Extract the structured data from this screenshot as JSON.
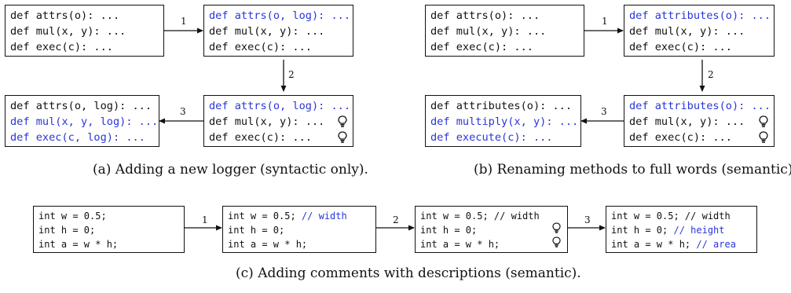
{
  "panel_a": {
    "box1": [
      "def attrs(o): ...",
      "def mul(x, y): ...",
      "def exec(c): ..."
    ],
    "box2": [
      "def attrs(o, log): ...",
      "def mul(x, y): ...",
      "def exec(c): ..."
    ],
    "box3": [
      "def attrs(o, log): ...",
      "def mul(x, y): ...",
      "def exec(c): ..."
    ],
    "box4": [
      "def attrs(o, log): ...",
      "def mul(x, y, log): ...",
      "def exec(c, log): ..."
    ],
    "step1": "1",
    "step2": "2",
    "step3": "3",
    "caption": "(a) Adding a new logger (syntactic only)."
  },
  "panel_b": {
    "box1": [
      "def attrs(o): ...",
      "def mul(x, y): ...",
      "def exec(c): ..."
    ],
    "box2": [
      "def attributes(o): ...",
      "def mul(x, y): ...",
      "def exec(c): ..."
    ],
    "box3": [
      "def attributes(o): ...",
      "def mul(x, y): ...",
      "def exec(c): ..."
    ],
    "box4": [
      "def attributes(o): ...",
      "def multiply(x, y): ...",
      "def execute(c): ..."
    ],
    "step1": "1",
    "step2": "2",
    "step3": "3",
    "caption": "(b) Renaming methods to full words (semantic)."
  },
  "panel_c": {
    "box1": [
      "int w = 0.5;",
      "int h = 0;",
      "int a = w * h;"
    ],
    "box2": [
      "int w = 0.5; // width",
      "int h = 0;",
      "int a = w * h;"
    ],
    "box3": [
      "int w = 0.5; // width",
      "int h = 0;",
      "int a = w * h;"
    ],
    "box4": [
      "int w = 0.5; // width",
      "int h = 0; // height",
      "int a = w * h; // area"
    ],
    "step1": "1",
    "step2": "2",
    "step3": "3",
    "caption": "(c) Adding comments with descriptions (semantic)."
  },
  "colors": {
    "highlight": "#2a36d8",
    "stroke": "#111111"
  },
  "icons": {
    "suggestion": "lightbulb-icon"
  }
}
